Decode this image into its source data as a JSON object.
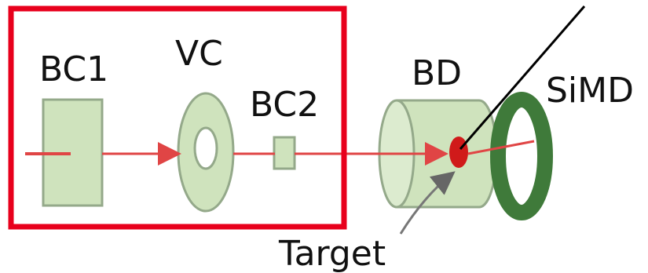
{
  "labels": {
    "bc1": "BC1",
    "vc": "VC",
    "bc2": "BC2",
    "bd": "BD",
    "simd": "SiMD",
    "target": "Target"
  },
  "colors": {
    "highlight_box": "#e8001c",
    "beam": "#e04545",
    "detector_fill": "#cfe3bd",
    "detector_edge": "#94a98a",
    "simd_ring": "#3f7a3a",
    "target": "#d01a1a",
    "leader_line": "#000000",
    "target_arrow": "#777777"
  }
}
